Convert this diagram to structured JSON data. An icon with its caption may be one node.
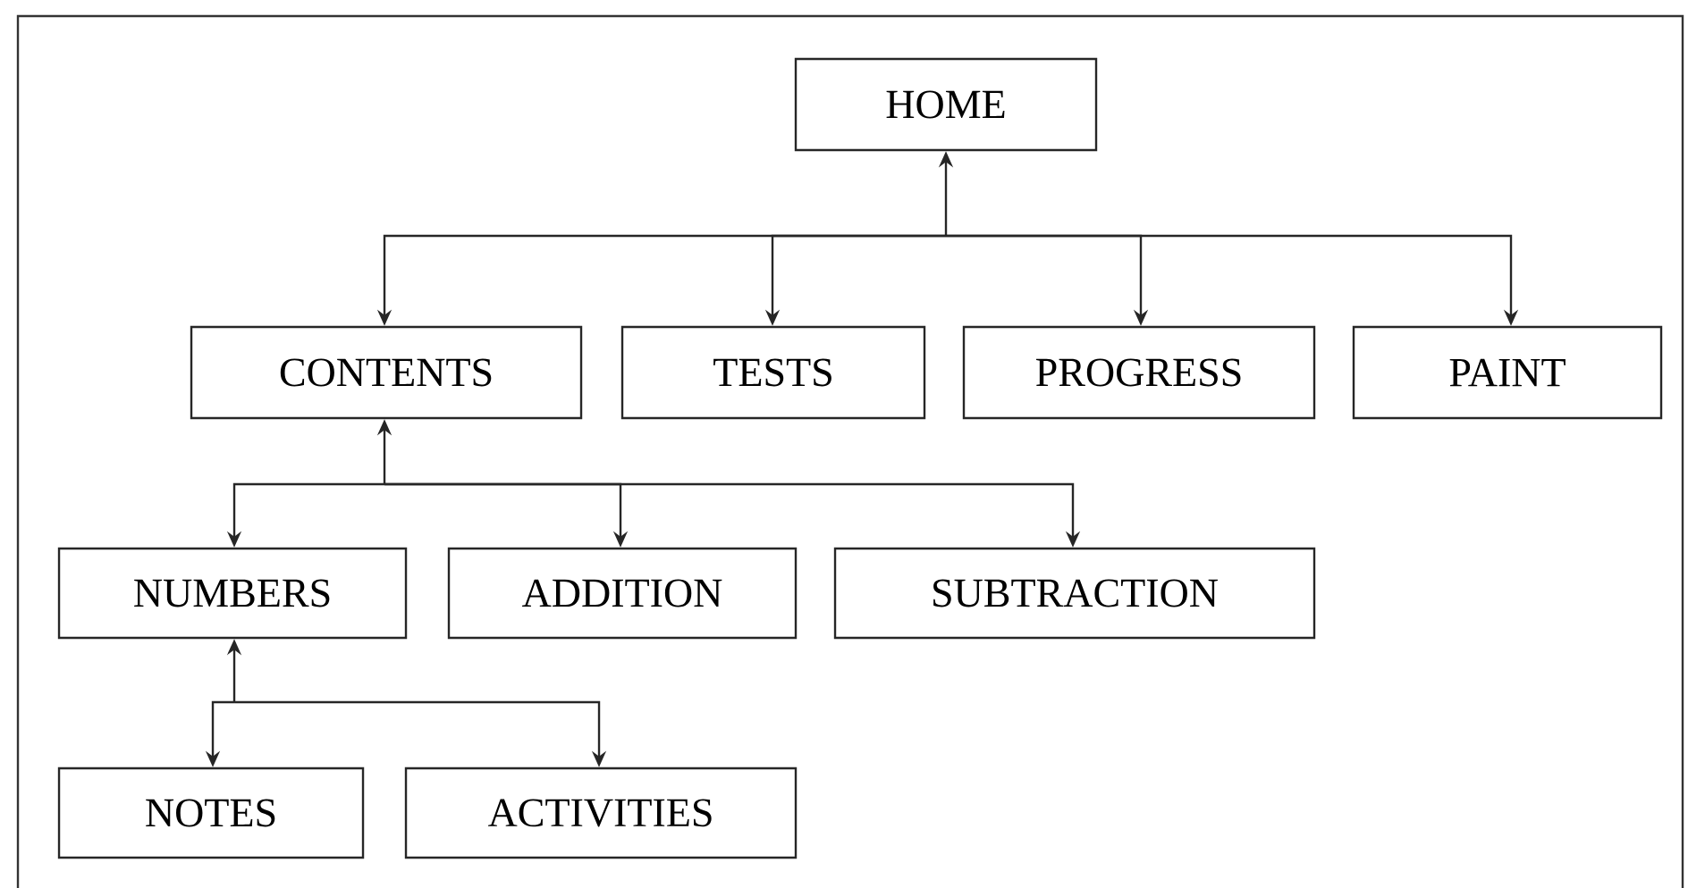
{
  "diagram": {
    "nodes": [
      {
        "text": [
          "HOME"
        ]
      },
      {
        "text": [
          "CONTENTS"
        ]
      },
      {
        "text": [
          "TESTS"
        ]
      },
      {
        "text": [
          "PROGRESS"
        ]
      },
      {
        "text": [
          "PAINT"
        ]
      },
      {
        "text": [
          "NUMBERS"
        ]
      },
      {
        "text": [
          "ADDITION"
        ]
      },
      {
        "text": [
          "SUBTRACTION"
        ]
      },
      {
        "text": [
          "NOTES"
        ]
      },
      {
        "text": [
          "ACTIVITIES"
        ]
      }
    ],
    "edges": [
      {
        "from": 0,
        "to": 1,
        "arrow": "both"
      },
      {
        "from": 0,
        "to": 2,
        "arrow": "both"
      },
      {
        "from": 0,
        "to": 3,
        "arrow": "both"
      },
      {
        "from": 0,
        "to": 4,
        "arrow": "both"
      },
      {
        "from": 1,
        "to": 5,
        "arrow": "both"
      },
      {
        "from": 1,
        "to": 6,
        "arrow": "both"
      },
      {
        "from": 1,
        "to": 7,
        "arrow": "both"
      },
      {
        "from": 5,
        "to": 8,
        "arrow": "both"
      },
      {
        "from": 5,
        "to": 9,
        "arrow": "both"
      }
    ]
  }
}
